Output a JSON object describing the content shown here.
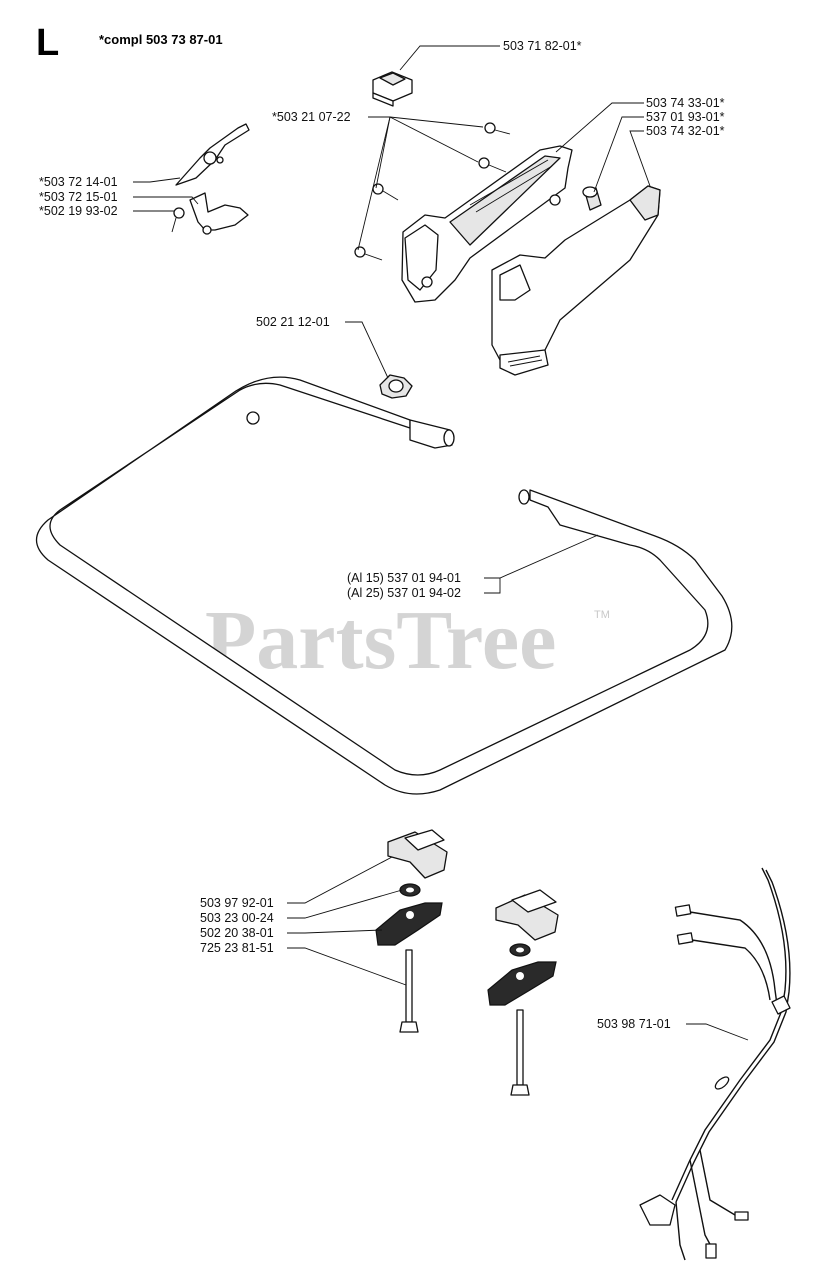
{
  "section": {
    "letter": "L",
    "compl": "*compl 503 73 87-01"
  },
  "watermark": {
    "text": "PartsTree",
    "tm": "TM"
  },
  "parts": {
    "switch": "503 71 82-01*",
    "screws": "*503 21 07-22",
    "handle_cover": "503 74 33-01*",
    "sleeve": "537 01 93-01*",
    "handle_half": "503 74 32-01*",
    "throttle_trigger": "*503 72 14-01",
    "throttle_lock": "*503 72 15-01",
    "spring": "*502 19 93-02",
    "clip": "502 21 12-01",
    "frame_al15": "(Al 15) 537 01 94-01",
    "frame_al25": "(Al 25) 537 01 94-02",
    "clamp": "503 97 92-01",
    "washer": "503 23 00-24",
    "knob": "502 20 38-01",
    "bolt": "725 23 81-51",
    "wire_harness": "503 98 71-01"
  }
}
